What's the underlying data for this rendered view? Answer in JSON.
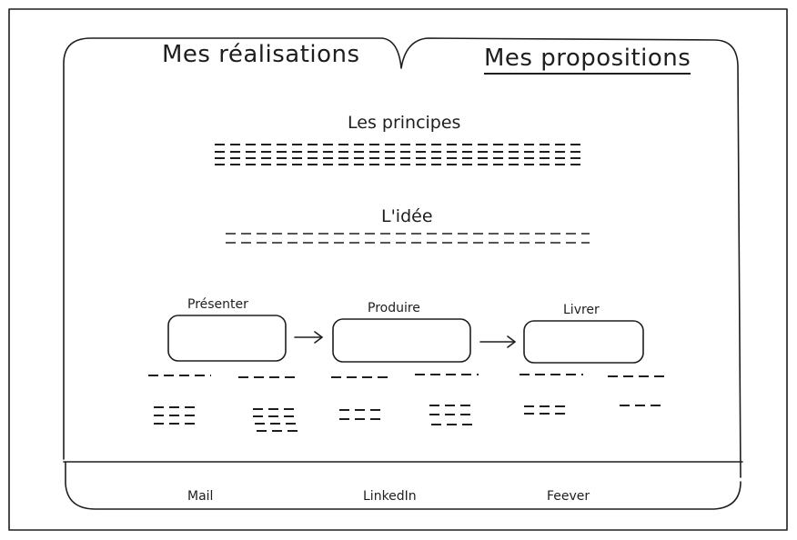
{
  "tabs": [
    {
      "label": "Mes réalisations",
      "active": false
    },
    {
      "label": "Mes propositions",
      "active": true
    }
  ],
  "sections": {
    "principles_title": "Les principes",
    "idea_title": "L'idée"
  },
  "steps": [
    {
      "label": "Présenter"
    },
    {
      "label": "Produire"
    },
    {
      "label": "Livrer"
    }
  ],
  "footer": {
    "links": [
      "Mail",
      "LinkedIn",
      "Feever"
    ]
  },
  "colors": {
    "stroke": "#1e1e1e",
    "background": "#ffffff"
  }
}
